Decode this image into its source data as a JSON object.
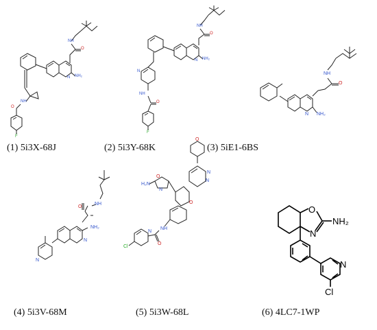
{
  "molecules": [
    {
      "id": "1",
      "caption": "(1) 5i3X-68J",
      "atom_labels": [
        "NH",
        "O",
        "N",
        "NH₂",
        "NH",
        "O",
        "F"
      ]
    },
    {
      "id": "2",
      "caption": "(2) 5i3Y-68K",
      "atom_labels": [
        "NH",
        "O",
        "N",
        "NH₂",
        "N",
        "NH",
        "O",
        "F"
      ]
    },
    {
      "id": "3",
      "caption": "(3) 5iE1-6BS",
      "atom_labels": [
        "NH",
        "O",
        "N",
        "NH₂"
      ]
    },
    {
      "id": "4",
      "caption": "(4) 5i3V-68M",
      "atom_labels": [
        "NH",
        "O",
        "N",
        "NH₂",
        "N"
      ]
    },
    {
      "id": "5",
      "caption": "(5) 5i3W-68L",
      "atom_labels": [
        "O",
        "N",
        "H₂N",
        "O",
        "N",
        "N",
        "O",
        "NH",
        "O",
        "N",
        "Cl"
      ]
    },
    {
      "id": "6",
      "caption": "(6) 4LC7-1WP",
      "atom_labels": [
        "O",
        "NH₂",
        "N",
        "N",
        "Cl"
      ]
    }
  ],
  "colors": {
    "nitrogen": "#3355cc",
    "oxygen": "#cc2222",
    "fluorine": "#33aa33",
    "chlorine": "#22aa22",
    "bond": "#222222"
  }
}
